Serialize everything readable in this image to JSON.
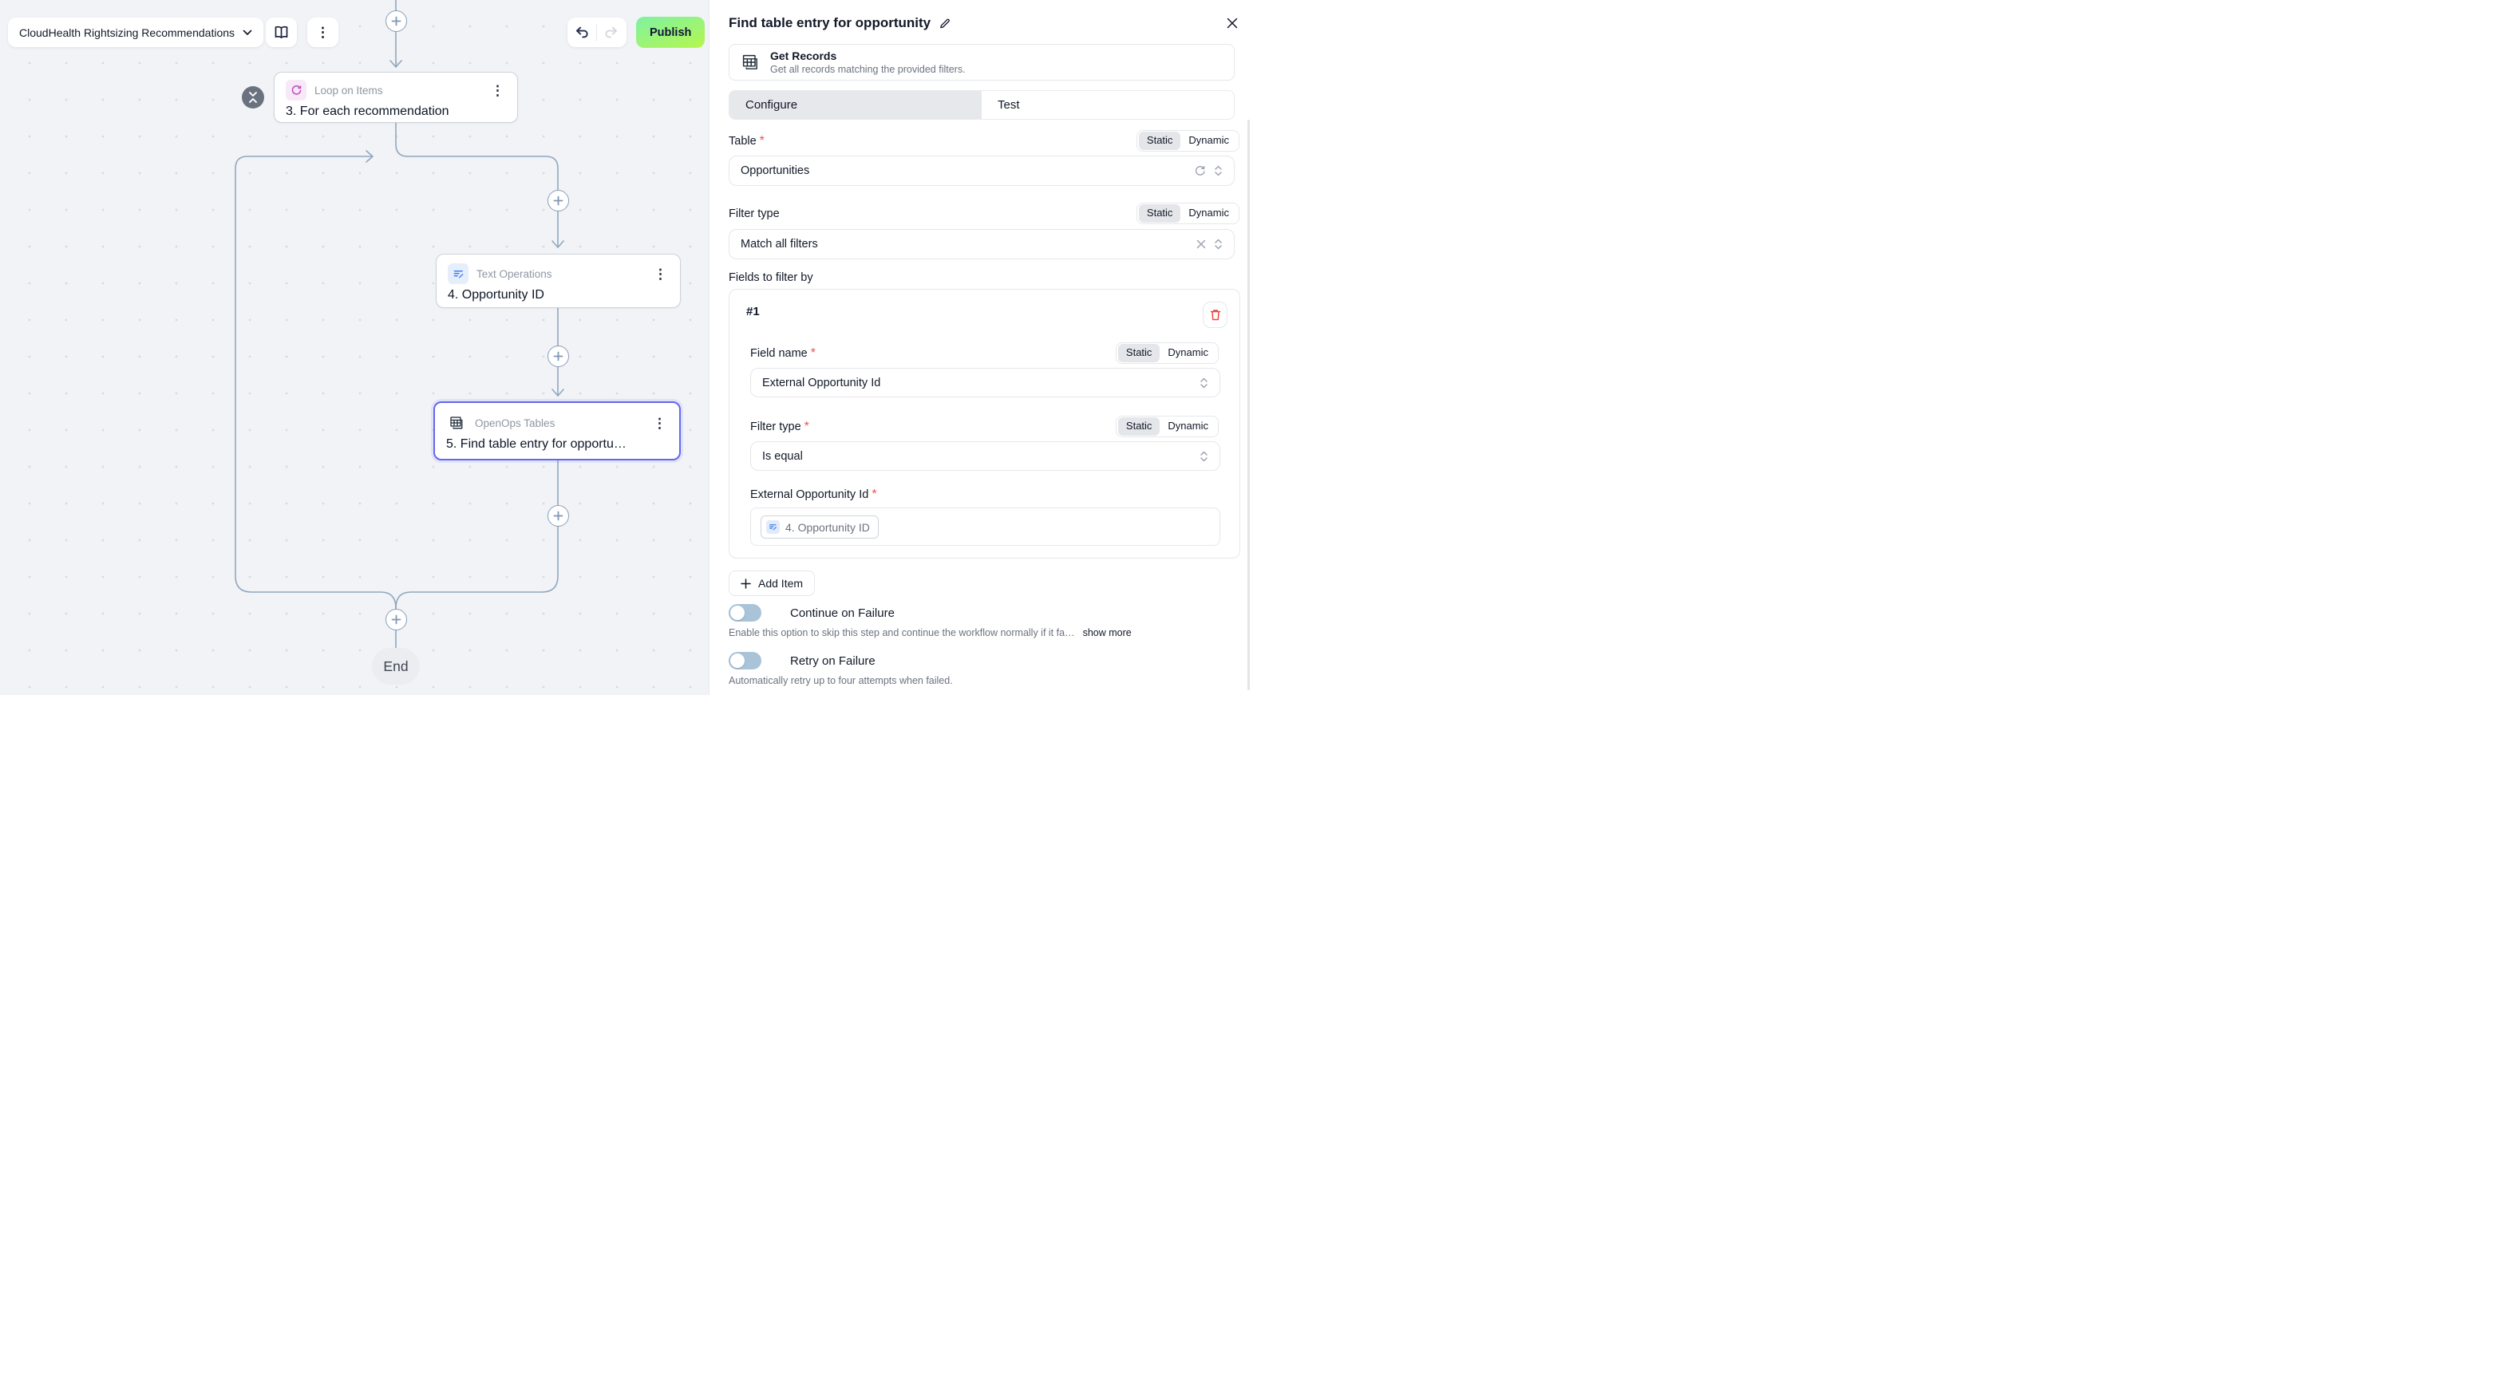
{
  "toolbar": {
    "workflow_name": "CloudHealth Rightsizing Recommendations",
    "publish_label": "Publish"
  },
  "canvas": {
    "end_label": "End",
    "nodes": {
      "loop": {
        "type": "Loop on Items",
        "title": "3. For each recommendation"
      },
      "text": {
        "type": "Text Operations",
        "title": "4. Opportunity ID"
      },
      "tables": {
        "type": "OpenOps Tables",
        "title": "5. Find table entry for opportu…"
      }
    }
  },
  "panel": {
    "title": "Find table entry for opportunity",
    "required_marker": "*",
    "action": {
      "name": "Get Records",
      "description": "Get all records matching the provided filters."
    },
    "tabs": {
      "configure": "Configure",
      "test": "Test"
    },
    "segmented": {
      "static": "Static",
      "dynamic": "Dynamic"
    },
    "table_field": {
      "label": "Table",
      "value": "Opportunities"
    },
    "filter_type_field": {
      "label": "Filter type",
      "value": "Match all filters"
    },
    "fields_section": {
      "label": "Fields to filter by",
      "item_number": "#1",
      "field_name": {
        "label": "Field name",
        "value": "External Opportunity Id"
      },
      "filter_type": {
        "label": "Filter type",
        "value": "Is equal"
      },
      "value_field": {
        "label": "External Opportunity Id",
        "token": "4. Opportunity ID"
      }
    },
    "add_item_label": "Add Item",
    "continue_on_failure": {
      "label": "Continue on Failure",
      "description": "Enable this option to skip this step and continue the workflow normally if it fa…",
      "show_more": "show more"
    },
    "retry_on_failure": {
      "label": "Retry on Failure",
      "description": "Automatically retry up to four attempts when failed."
    },
    "colors": {
      "accent_green_start": "#7ff2a2",
      "accent_green_end": "#b5f64e",
      "selected_node": "#6467ee",
      "edge": "#90a7c0",
      "danger": "#ef4444",
      "toggle_off": "#a9c3d8"
    }
  }
}
